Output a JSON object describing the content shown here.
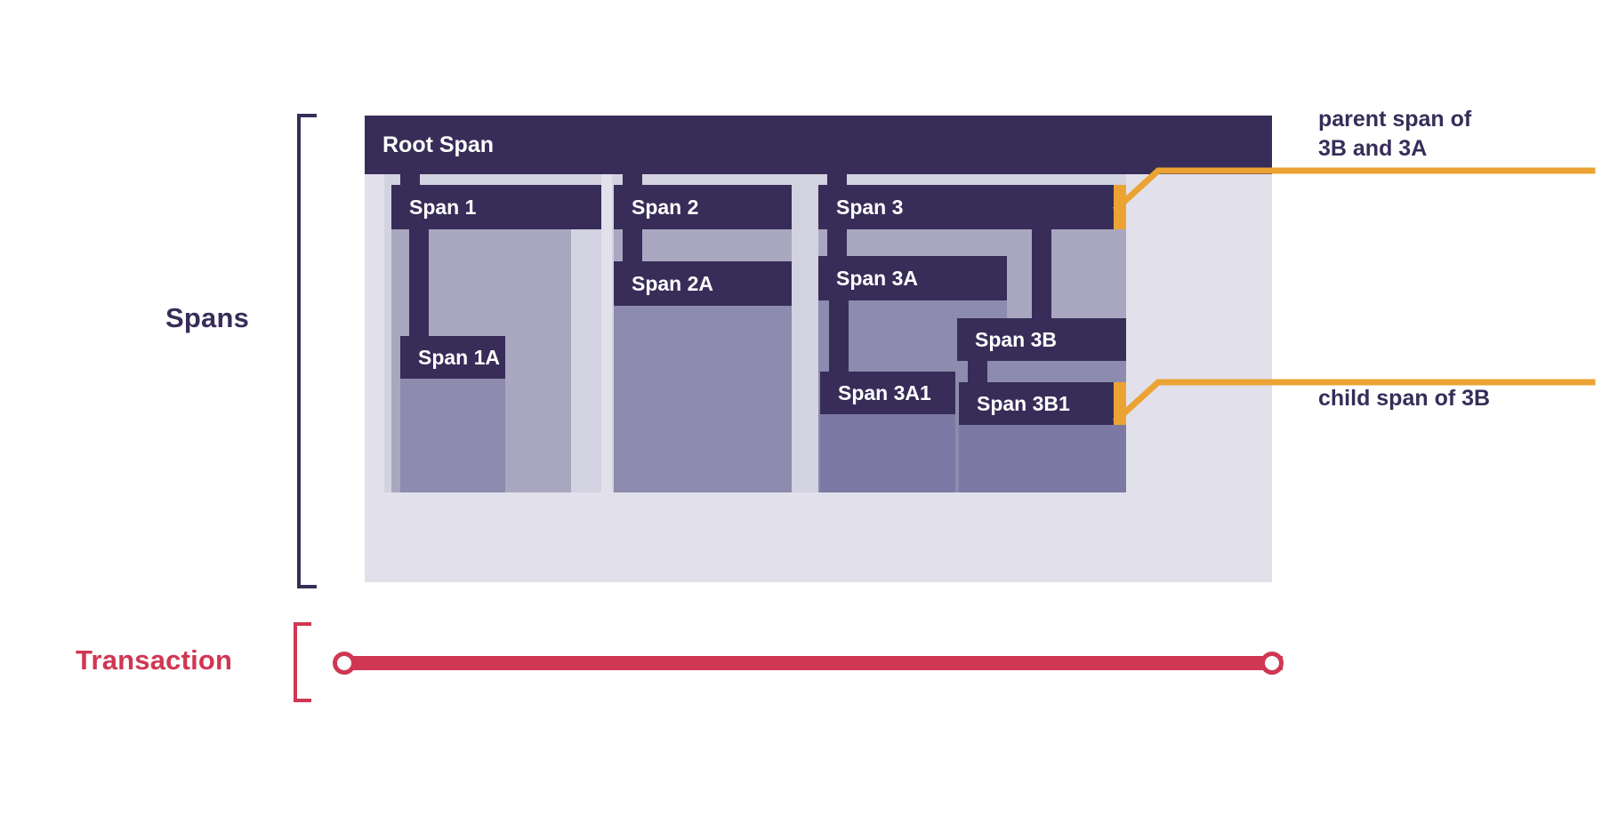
{
  "diagram": {
    "title_spans": "Spans",
    "title_transaction": "Transaction"
  },
  "spans": {
    "root": {
      "label": "Root Span"
    },
    "group1": {
      "parent": {
        "label": "Span 1"
      },
      "child": {
        "label": "Span 1A"
      }
    },
    "group2": {
      "parent": {
        "label": "Span 2"
      },
      "child": {
        "label": "Span 2A"
      }
    },
    "group3": {
      "parent": {
        "label": "Span 3"
      },
      "child_a": {
        "label": "Span 3A"
      },
      "child_a1": {
        "label": "Span 3A1"
      },
      "child_b": {
        "label": "Span 3B"
      },
      "child_b1": {
        "label": "Span 3B1"
      }
    }
  },
  "callouts": [
    {
      "id": "parent-callout",
      "text": "parent span of\n3B and 3A",
      "target": "Span 3"
    },
    {
      "id": "child-callout",
      "text": "child span of 3B",
      "target": "Span 3B1"
    }
  ],
  "colors": {
    "span_bar": "#372d58",
    "callout_accent": "#eba433",
    "transaction": "#cf3753",
    "canvas": "#e2e1eb",
    "layer1": "#d3d2e0",
    "layer2": "#a9a7c0",
    "layer3": "#8d8bae",
    "layer4": "#7c79a5"
  }
}
